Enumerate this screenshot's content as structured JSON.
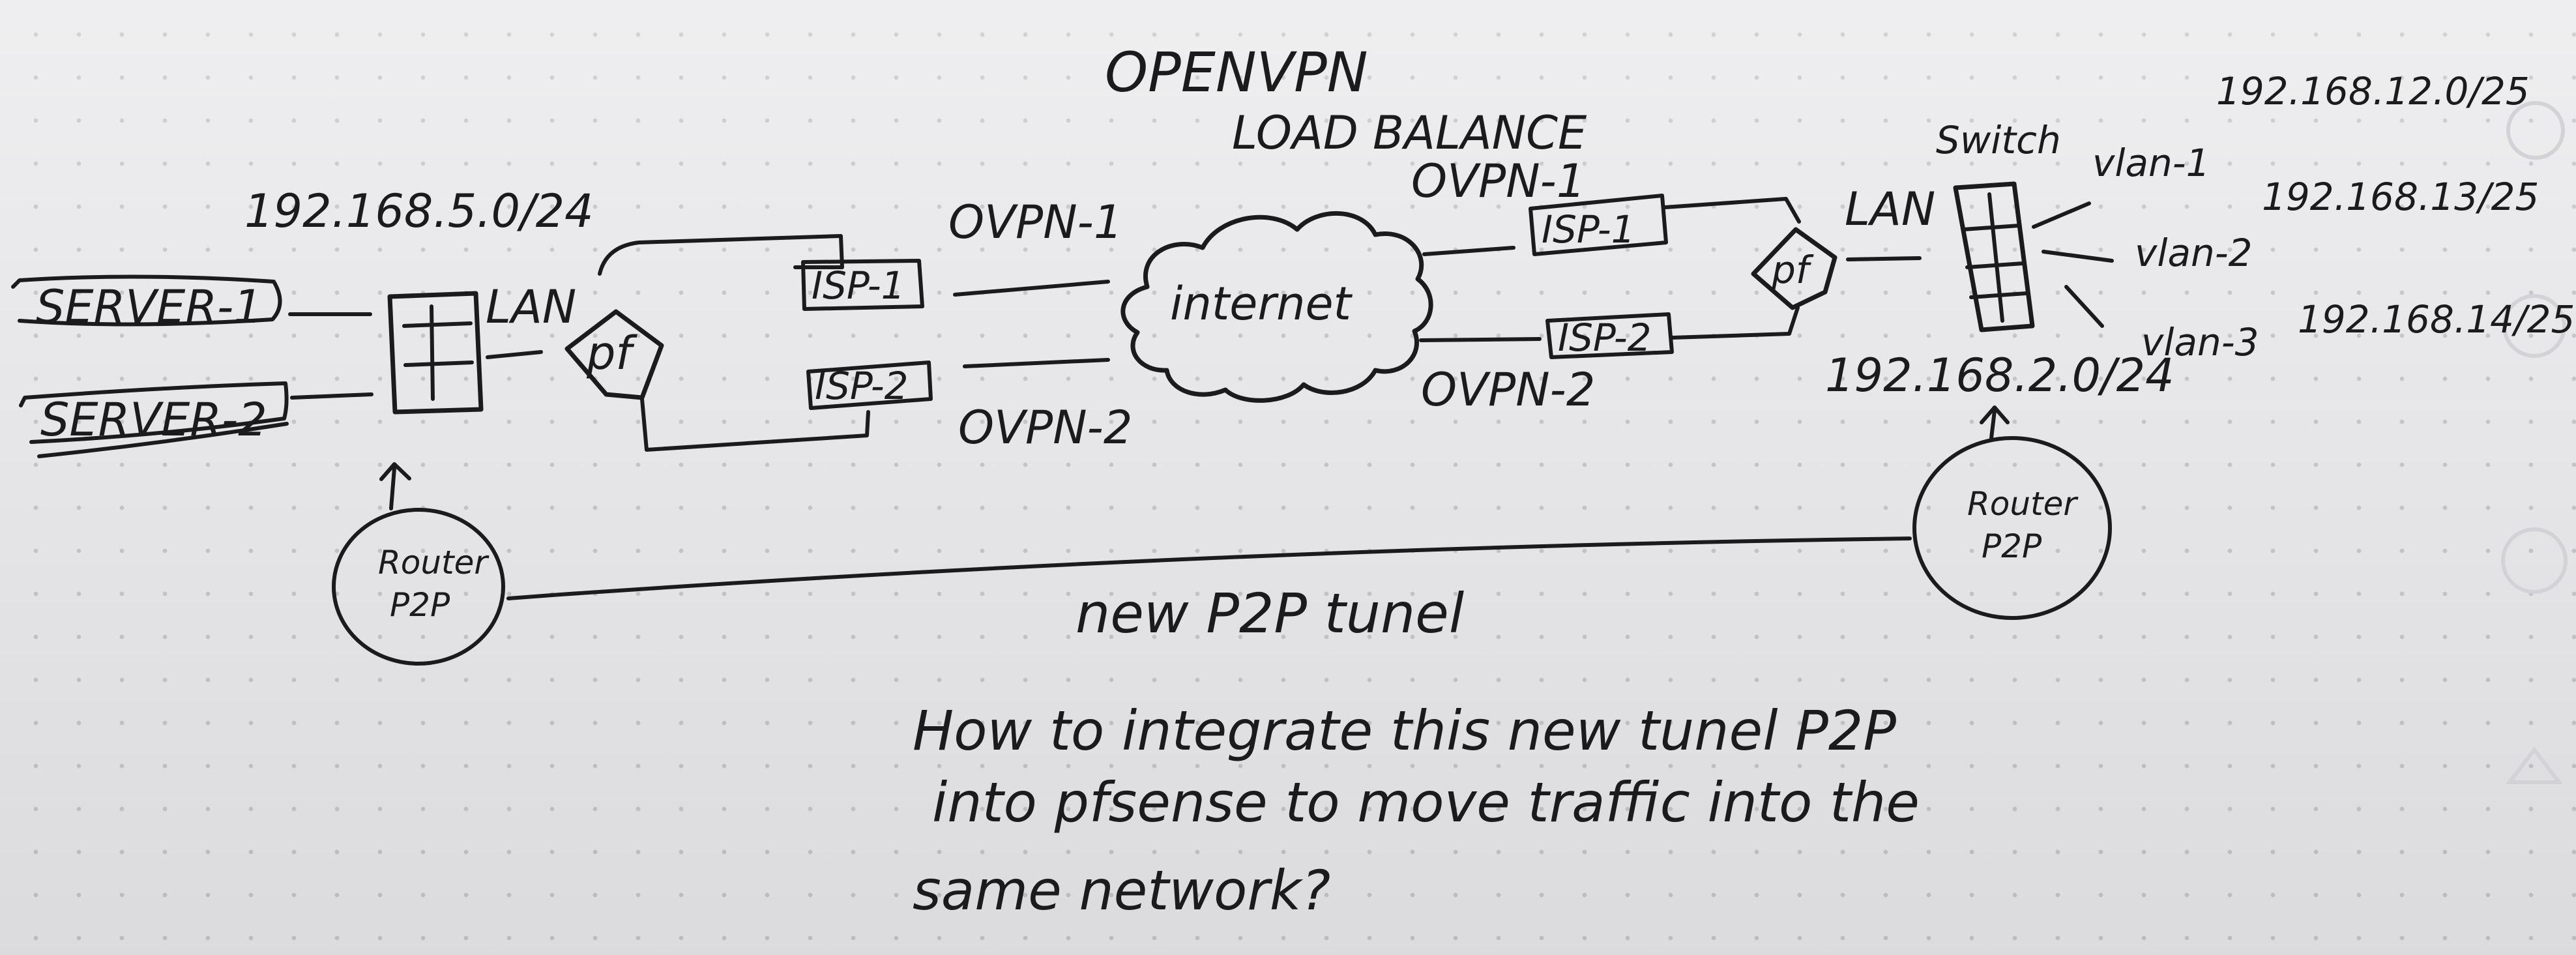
{
  "title_lines": [
    "OPENVPN",
    "LOAD BALANCE"
  ],
  "left_site": {
    "subnet": "192.168.5.0/24",
    "servers": [
      "SERVER-1",
      "SERVER-2"
    ],
    "lan_label": "LAN",
    "firewall": "pf",
    "isps": [
      "ISP-1",
      "ISP-2"
    ],
    "router_lines": [
      "Router",
      "P2P"
    ]
  },
  "tunnels_left": [
    "OVPN-1",
    "OVPN-2"
  ],
  "cloud_label": "internet",
  "tunnels_right": [
    "OVPN-1",
    "OVPN-2"
  ],
  "right_site": {
    "isps": [
      "ISP-1",
      "ISP-2"
    ],
    "firewall": "pf",
    "lan_label": "LAN",
    "switch_label": "Switch",
    "subnet": "192.168.2.0/24",
    "vlans": [
      {
        "name": "vlan-1",
        "subnet": "192.168.12.0/25"
      },
      {
        "name": "vlan-2",
        "subnet": "192.168.13/25"
      },
      {
        "name": "vlan-3",
        "subnet": "192.168.14/25"
      }
    ],
    "router_lines": [
      "Router",
      "P2P"
    ]
  },
  "tunnel_label": "new P2P tunel",
  "question_lines": [
    "How to integrate this new tunel P2P",
    "into pfsense to move traffic into the",
    "same network?"
  ]
}
